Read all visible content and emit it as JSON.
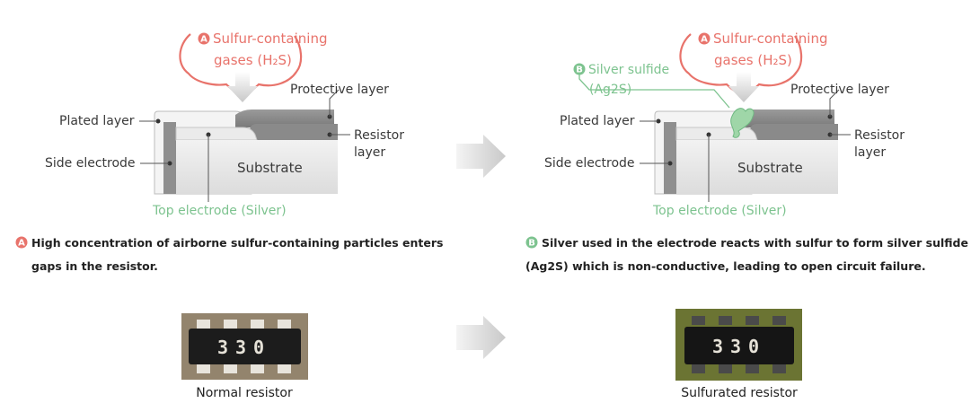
{
  "panel_a": {
    "badge": "A",
    "gas_line1": "Sulfur-containing",
    "gas_line2": "gases (H₂S)",
    "protective_layer": "Protective layer",
    "plated_layer": "Plated layer",
    "resistor_layer_1": "Resistor",
    "resistor_layer_2": "layer",
    "side_electrode": "Side electrode",
    "substrate": "Substrate",
    "top_electrode": "Top electrode (Silver)",
    "caption_line1": "High concentration of airborne sulfur-containing particles enters",
    "caption_line2": "gaps in the resistor."
  },
  "panel_b": {
    "badge_a": "A",
    "badge_b": "B",
    "gas_line1": "Sulfur-containing",
    "gas_line2": "gases (H₂S)",
    "silver_sulfide_1": "Silver sulfide",
    "silver_sulfide_2": "(Ag2S)",
    "protective_layer": "Protective layer",
    "plated_layer": "Plated layer",
    "resistor_layer_1": "Resistor",
    "resistor_layer_2": "layer",
    "side_electrode": "Side electrode",
    "substrate": "Substrate",
    "top_electrode": "Top electrode (Silver)",
    "caption_line1": "Silver used in the electrode reacts with sulfur to form silver sulfide",
    "caption_line2": "(Ag2S) which is non-conductive, leading to open circuit failure."
  },
  "photos": {
    "normal_caption": "Normal  resistor",
    "sulfurated_caption": "Sulfurated resistor",
    "normal_marking": "330",
    "sulfurated_marking": "330"
  },
  "colors": {
    "accent_red": "#e8736b",
    "accent_green": "#7dc38f",
    "layer_dark": "#8c8c8c",
    "layer_light": "#e9e9e9"
  }
}
